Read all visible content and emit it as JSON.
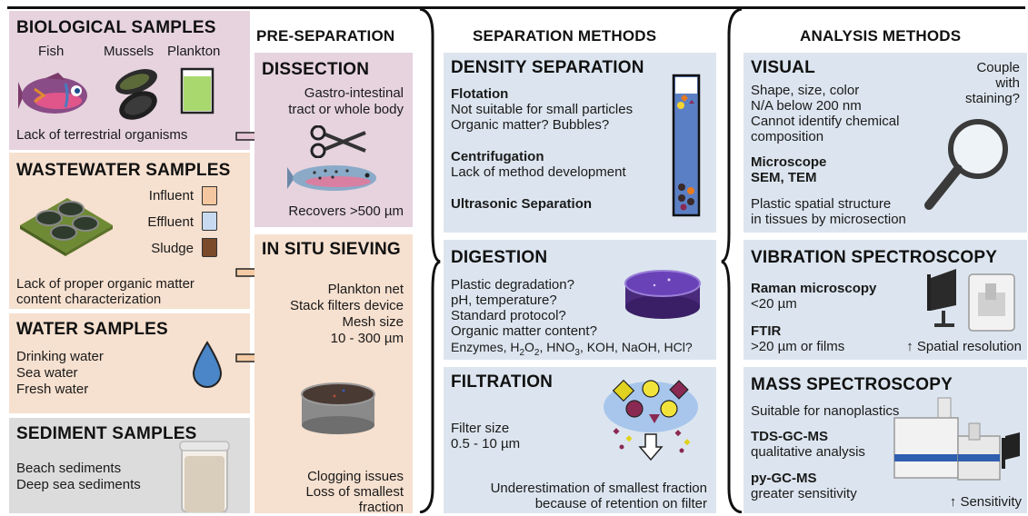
{
  "columns": {
    "pre_separation": "PRE-SEPARATION",
    "separation_methods": "SEPARATION METHODS",
    "analysis_methods": "ANALYSIS METHODS"
  },
  "biological": {
    "title": "BIOLOGICAL SAMPLES",
    "fish": "Fish",
    "mussels": "Mussels",
    "plankton": "Plankton",
    "note": "Lack of terrestrial organisms"
  },
  "wastewater": {
    "title": "WASTEWATER SAMPLES",
    "influent": "Influent",
    "effluent": "Effluent",
    "sludge": "Sludge",
    "note_line1": "Lack of proper organic matter",
    "note_line2": "content characterization"
  },
  "water": {
    "title": "WATER SAMPLES",
    "items": [
      "Drinking water",
      "Sea water",
      "Fresh water"
    ]
  },
  "sediment": {
    "title": "SEDIMENT SAMPLES",
    "items": [
      "Beach sediments",
      "Deep sea sediments"
    ]
  },
  "dissection": {
    "title": "DISSECTION",
    "line1": "Gastro-intestinal",
    "line2": "tract or whole body",
    "recovers": "Recovers >500 µm"
  },
  "sieving": {
    "title": "IN SITU SIEVING",
    "lines": [
      "Plankton net",
      "Stack filters device",
      "Mesh size",
      "10 - 300 µm"
    ],
    "issues": [
      "Clogging issues",
      "Loss of smallest",
      "fraction"
    ]
  },
  "density": {
    "title": "DENSITY SEPARATION",
    "flotation": "Flotation",
    "flotation_1": "Not suitable for small particles",
    "flotation_2": "Organic matter? Bubbles?",
    "centrifugation": "Centrifugation",
    "centrifugation_1": "Lack of method development",
    "ultrasonic": "Ultrasonic Separation"
  },
  "digestion": {
    "title": "DIGESTION",
    "lines": [
      "Plastic degradation?",
      "pH, temperature?",
      "Standard protocol?",
      "Organic matter content?"
    ],
    "reagents_prefix": "Enzymes, H",
    "reagents_h2o2_sub1": "2",
    "reagents_o": "O",
    "reagents_h2o2_sub2": "2",
    "reagents_hno": ", HNO",
    "reagents_hno3_sub": "3",
    "reagents_rest": ", KOH, NaOH, HCl?"
  },
  "filtration": {
    "title": "FILTRATION",
    "line1": "Filter size",
    "line2": "0.5 - 10 µm",
    "bottom1": "Underestimation of smallest fraction",
    "bottom2": "because of retention on filter"
  },
  "visual": {
    "title": "VISUAL",
    "couple": [
      "Couple",
      "with",
      "staining?"
    ],
    "lines": [
      "Shape, size, color",
      "N/A below 200 nm",
      "Cannot identify chemical",
      "composition"
    ],
    "microscope": "Microscope",
    "sem": "SEM, TEM",
    "plastic1": "Plastic spatial structure",
    "plastic2": "in tissues by microsection"
  },
  "vibration": {
    "title": "VIBRATION SPECTROSCOPY",
    "raman": "Raman microscopy",
    "raman_val": "<20 µm",
    "ftir": "FTIR",
    "ftir_val": ">20 µm or films",
    "spatial": "↑ Spatial resolution"
  },
  "mass": {
    "title": "MASS SPECTROSCOPY",
    "line1": "Suitable for nanoplastics",
    "tds": "TDS-GC-MS",
    "tds_val": "qualitative analysis",
    "py": "py-GC-MS",
    "py_val": "greater sensitivity",
    "sensitivity": "↑ Sensitivity"
  },
  "colors": {
    "pink": "#e6d3de",
    "peach": "#f6e0cf",
    "gray": "#dcdcdc",
    "blue": "#dce5ef"
  }
}
